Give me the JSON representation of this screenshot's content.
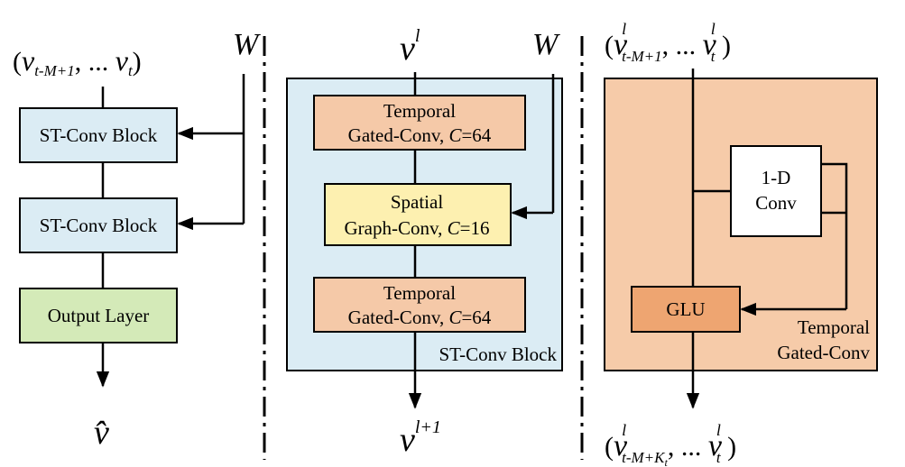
{
  "left": {
    "input_label": "(v_{t-M+1}, ... v_t)",
    "input_open": "(",
    "input_v1": "v",
    "input_sub1": "t-M+1",
    "input_mid": ", ... ",
    "input_v2": "v",
    "input_sub2": "t",
    "input_close": ")",
    "w_label": "W",
    "block1": "ST-Conv Block",
    "block2": "ST-Conv Block",
    "output": "Output Layer",
    "output_symbol": "v̂"
  },
  "middle": {
    "input_v": "v",
    "input_sup": "l",
    "w_label": "W",
    "temporal1_line1": "Temporal",
    "temporal1_line2a": "Gated-Conv, ",
    "temporal1_c": "C",
    "temporal1_line2b": "=64",
    "spatial_line1": "Spatial",
    "spatial_line2a": "Graph-Conv, ",
    "spatial_c": "C",
    "spatial_line2b": "=16",
    "temporal2_line1": "Temporal",
    "temporal2_line2a": "Gated-Conv, ",
    "temporal2_c": "C",
    "temporal2_line2b": "=64",
    "container_label": "ST-Conv Block",
    "output_v": "v",
    "output_sup": "l+1"
  },
  "right": {
    "input_open": "(",
    "input_v1": "v",
    "input_sup1": "l",
    "input_sub1": "t-M+1",
    "input_mid": ", ... ",
    "input_v2": "v",
    "input_sup2": "l",
    "input_sub2": "t",
    "input_close": " )",
    "conv_line1": "1-D",
    "conv_line2": "Conv",
    "glu": "GLU",
    "container_line1": "Temporal",
    "container_line2": "Gated-Conv",
    "output_open": "(",
    "output_v1": "v",
    "output_sup1": "l",
    "output_sub1": "t-M+K",
    "output_subsub1": "t",
    "output_mid": ", ... ",
    "output_v2": "v",
    "output_sup2": "l",
    "output_sub2": "t",
    "output_close": " )"
  },
  "colors": {
    "st_block_fill": "#dbecf4",
    "temporal_fill": "#f5c9a8",
    "spatial_fill": "#fdf0b0",
    "output_fill": "#d4eab8",
    "glu_fill": "#eea571",
    "container_right_fill": "#f6cba9"
  }
}
